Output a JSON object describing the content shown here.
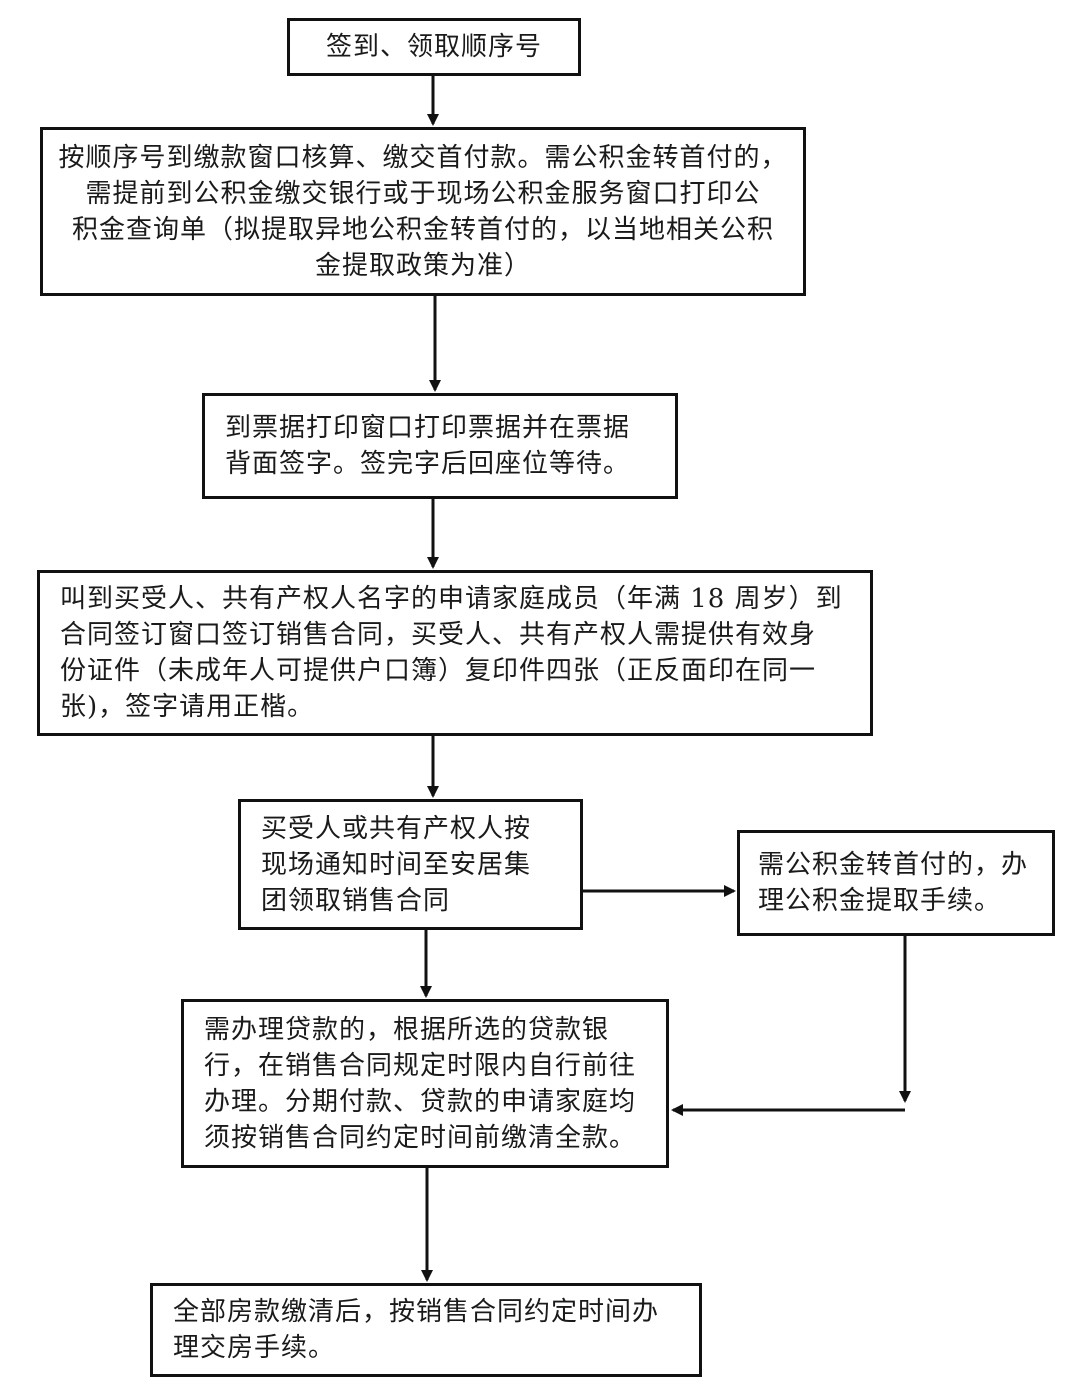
{
  "flowchart": {
    "steps": {
      "sign_in": "签到、领取顺序号",
      "payment": "按顺序号到缴款窗口核算、缴交首付款。需公积金转首付的，\n需提前到公积金缴交银行或于现场公积金服务窗口打印公\n积金查询单（拟提取异地公积金转首付的，以当地相关公积\n金提取政策为准）",
      "receipt": "到票据打印窗口打印票据并在票据\n背面签字。签完字后回座位等待。",
      "contract_sign": "叫到买受人、共有产权人名字的申请家庭成员（年满 18 周岁）到\n合同签订窗口签订销售合同，买受人、共有产权人需提供有效身\n份证件（未成年人可提供户口簿）复印件四张（正反面印在同一\n张)，签字请用正楷。",
      "contract_collect": "买受人或共有产权人按\n现场通知时间至安居集\n团领取销售合同",
      "fund_withdraw": "需公积金转首付的，办\n理公积金提取手续。",
      "loan": "需办理贷款的，根据所选的贷款银\n行，在销售合同规定时限内自行前往\n办理。分期付款、贷款的申请家庭均\n须按销售合同约定时间前缴清全款。",
      "handover": "全部房款缴清后，按销售合同约定时间办\n理交房手续。"
    }
  },
  "colors": {
    "line": "#111111",
    "box_fill": "#ffffff",
    "text": "#1a1a1a"
  }
}
